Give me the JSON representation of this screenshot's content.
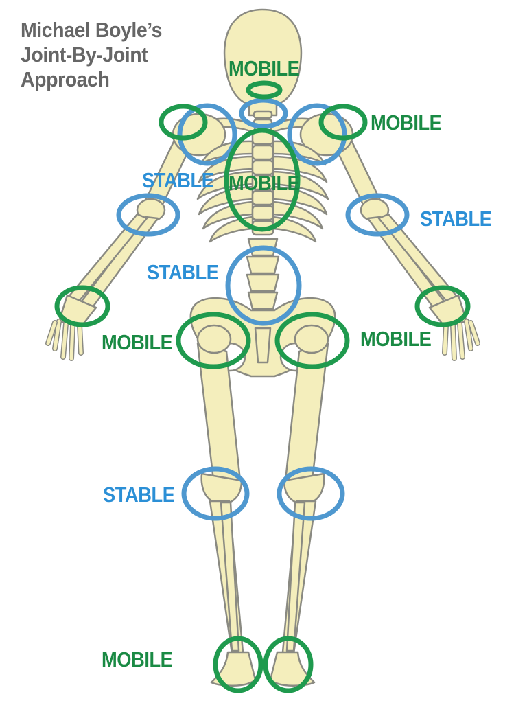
{
  "title": {
    "line1": "Michael Boyle’s",
    "line2": "Joint-By-Joint",
    "line3": "Approach"
  },
  "labels": {
    "neck": "MOBILE",
    "shoulder": "MOBILE",
    "thoracic": "MOBILE",
    "elbow_left": "STABLE",
    "elbow_right": "STABLE",
    "lumbar": "STABLE",
    "hip_left": "MOBILE",
    "hip_right": "MOBILE",
    "knee": "STABLE",
    "ankle": "MOBILE"
  },
  "colors": {
    "mobile": "#1a8a44",
    "stable": "#2b8fd6",
    "bone": "#f4eebc",
    "outline": "#8a8a82",
    "title": "#666666"
  }
}
